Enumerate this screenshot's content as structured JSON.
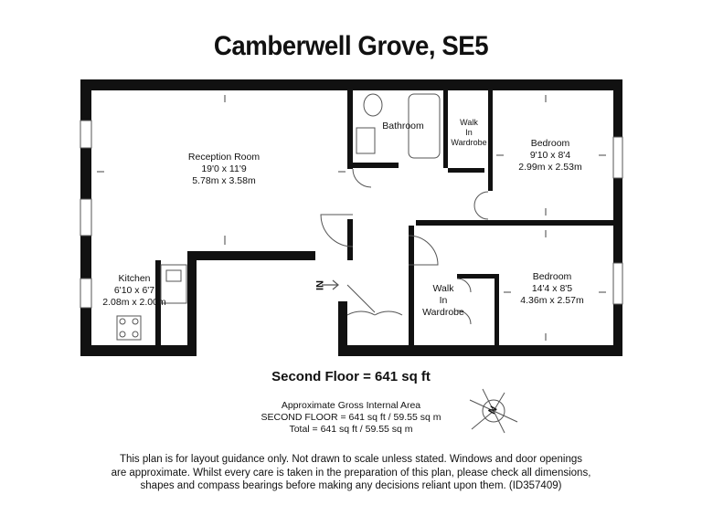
{
  "title": "Camberwell Grove, SE5",
  "rooms": {
    "reception": {
      "name": "Reception Room",
      "imperial": "19'0 x 11'9",
      "metric": "5.78m x 3.58m"
    },
    "kitchen": {
      "name": "Kitchen",
      "imperial": "6'10 x 6'7",
      "metric": "2.08m x 2.00m"
    },
    "bathroom": {
      "name": "Bathroom"
    },
    "wardrobe_top": {
      "line1": "Walk",
      "line2": "In",
      "line3": "Wardrobe"
    },
    "bedroom1": {
      "name": "Bedroom",
      "imperial": "9'10 x 8'4",
      "metric": "2.99m x 2.53m"
    },
    "bedroom2": {
      "name": "Bedroom",
      "imperial": "14'4 x 8'5",
      "metric": "4.36m x 2.57m"
    },
    "wardrobe_bottom": {
      "line1": "Walk",
      "line2": "In",
      "line3": "Wardrobe"
    }
  },
  "entrance_marker": "IN",
  "floor_area": "Second Floor = 641 sq ft",
  "gross_area": {
    "heading": "Approximate Gross Internal Area",
    "second_floor": "SECOND FLOOR = 641 sq ft / 59.55 sq m",
    "total": "Total = 641 sq ft / 59.55 sq m"
  },
  "compass_label": "N",
  "disclaimer": {
    "line1": "This plan is for layout guidance only. Not drawn to scale unless stated. Windows and door openings",
    "line2": "are approximate. Whilst every care is taken in the preparation of this plan, please check all dimensions,",
    "line3": "shapes and compass bearings before making any decisions reliant upon them. (ID357409)"
  },
  "colors": {
    "wall": "#111111",
    "line": "#555555",
    "background": "#ffffff"
  }
}
